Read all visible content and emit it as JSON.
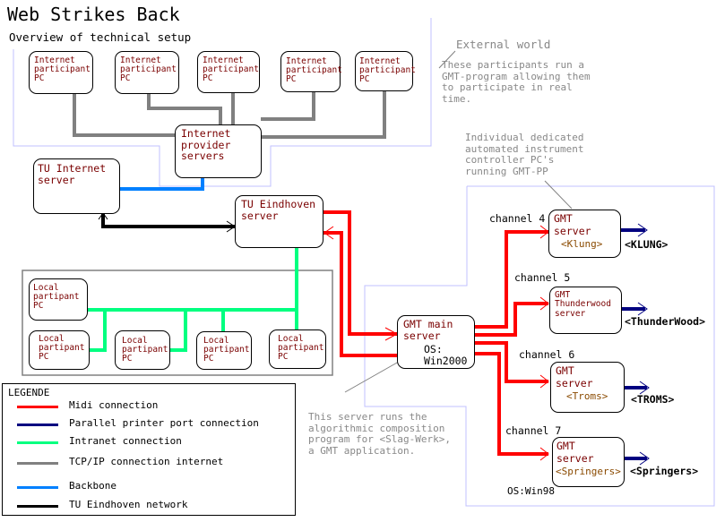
{
  "header": {
    "title": "Web Strikes Back",
    "subtitle": "Overview of technical setup"
  },
  "colors": {
    "midi": "#ff0000",
    "parallel": "#000080",
    "intranet": "#00ff80",
    "tcpip": "#808080",
    "backbone": "#0080ff",
    "tu_network": "#000000",
    "region_outline": "#c0c0ff",
    "node_text": "#7a0000",
    "subname_text": "#8a4a00",
    "note_text": "#888888"
  },
  "annotations": {
    "external_world": "External world",
    "external_note": "These participants run a\nGMT-program allowing them\nto participate in real\ntime.",
    "dedicated_note": "Individual dedicated\nautomated instrument\ncontroller PC's\nrunning GMT-PP",
    "main_server_note": "This server runs the\nalgorithmic composition\nprogram for <Slag-Werk>,\na GMT application."
  },
  "internet_participants": [
    {
      "label": "Internet\nparticipant\nPC"
    },
    {
      "label": "Internet\nparticipant\nPC"
    },
    {
      "label": "Internet\nparticipant\nPC"
    },
    {
      "label": "Internet\nparticipant\nPC"
    },
    {
      "label": "Internet\nparticipant\nPC"
    }
  ],
  "servers": {
    "provider": "Internet\nprovider\nservers",
    "tu_internet": "TU Internet\nserver",
    "tu_eindhoven": "TU Eindhoven\nserver",
    "gmt_main": "GMT main\nserver",
    "gmt_main_os": "OS:\nWin2000"
  },
  "local_participants": [
    {
      "label": "Local\npartipant\nPC"
    },
    {
      "label": "Local\npartipant\nPC"
    },
    {
      "label": "Local\npartipant\nPC"
    },
    {
      "label": "Local\npartipant\nPC"
    },
    {
      "label": "Local\npartipant\nPC"
    }
  ],
  "instrument_servers": [
    {
      "channel": "channel 4",
      "label": "GMT\nserver",
      "subname": "<Klung>",
      "instrument": "<KLUNG>"
    },
    {
      "channel": "channel 5",
      "label": "GMT\nThunderwood\nserver",
      "subname": "",
      "instrument": "<ThunderWood>"
    },
    {
      "channel": "channel 6",
      "label": "GMT\nserver",
      "subname": "<Troms>",
      "instrument": "<TROMS>"
    },
    {
      "channel": "channel 7",
      "label": "GMT\nserver",
      "subname": "<Springers>",
      "instrument": "<Springers>"
    }
  ],
  "instrument_os": "OS:Win98",
  "legend": {
    "title": "LEGENDE",
    "items": [
      {
        "label": "Midi connection",
        "color": "#ff0000"
      },
      {
        "label": "Parallel printer port connection",
        "color": "#000080"
      },
      {
        "label": "Intranet connection",
        "color": "#00ff80"
      },
      {
        "label": "TCP/IP connection internet",
        "color": "#808080"
      },
      {
        "label": "Backbone",
        "color": "#0080ff"
      },
      {
        "label": "TU Eindhoven network",
        "color": "#000000"
      }
    ]
  }
}
